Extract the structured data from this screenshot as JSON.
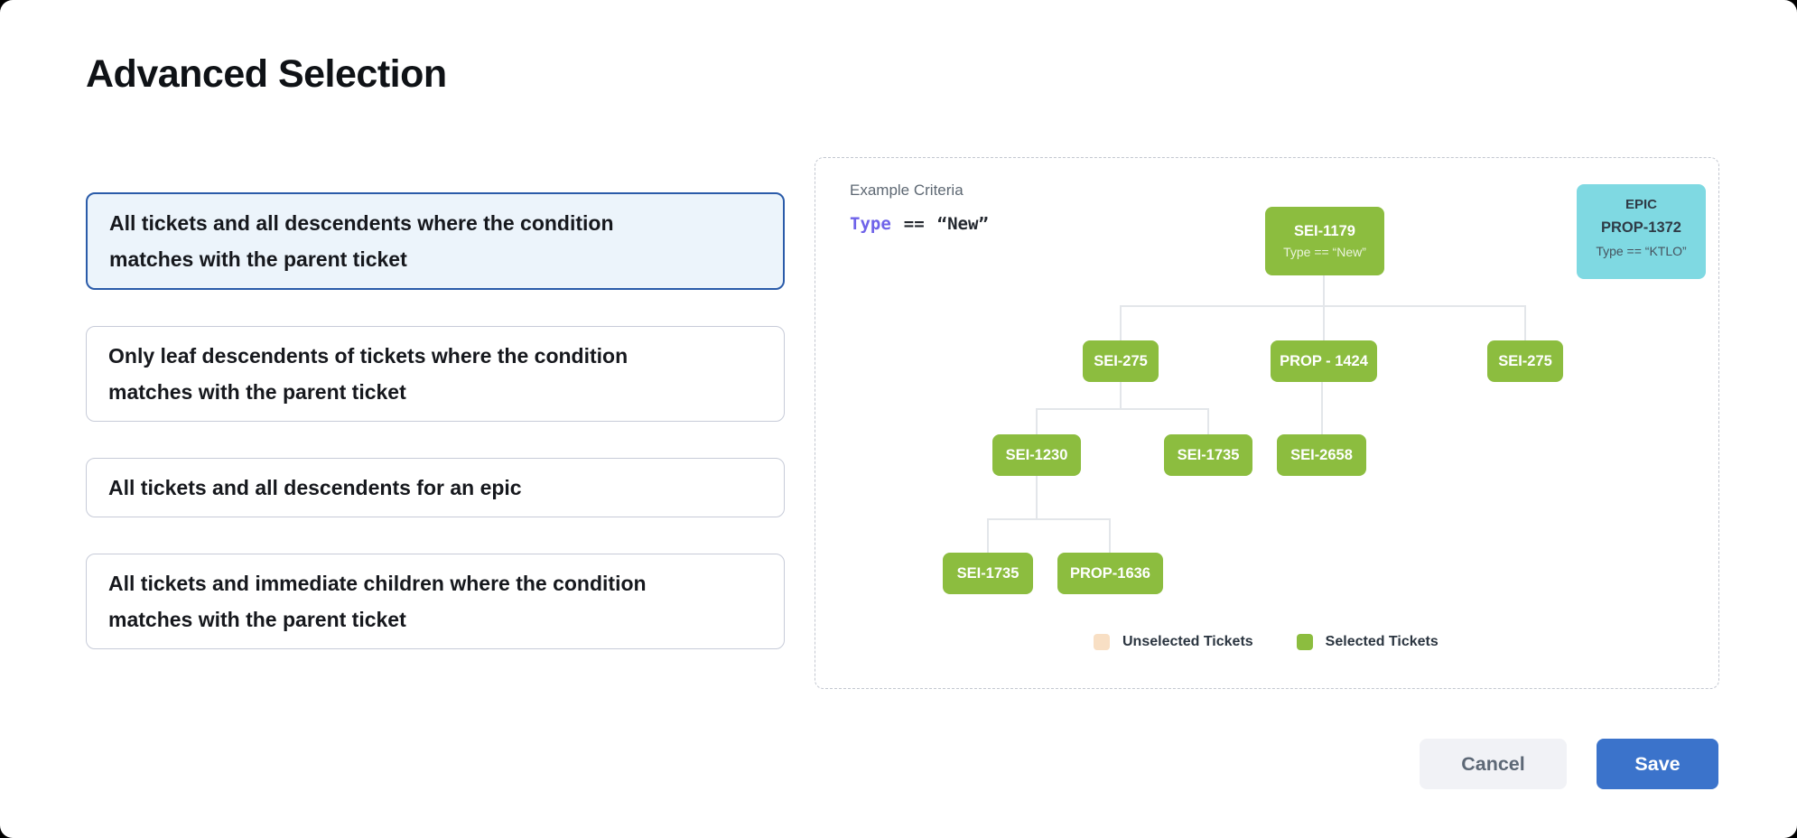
{
  "title": "Advanced Selection",
  "options": [
    {
      "label": "All tickets and all descendents where the condition\nmatches with the parent ticket",
      "selected": true
    },
    {
      "label": "Only leaf descendents of tickets where the condition\nmatches with the parent ticket",
      "selected": false
    },
    {
      "label": "All tickets and all descendents for an epic",
      "selected": false
    },
    {
      "label": "All tickets and immediate children where the condition\nmatches with the parent ticket",
      "selected": false
    }
  ],
  "example_panel": {
    "heading": "Example Criteria",
    "criteria": {
      "field": "Type",
      "operator": "==",
      "value": "“New”"
    },
    "epic_card": {
      "kind": "EPIC",
      "id": "PROP-1372",
      "condition": "Type == “KTLO”"
    },
    "tree": {
      "root": {
        "label": "SEI-1179",
        "condition": "Type == “New”"
      },
      "level2": [
        "SEI-275",
        "PROP - 1424",
        "SEI-275"
      ],
      "level3": [
        "SEI-1230",
        "SEI-1735",
        "SEI-2658"
      ],
      "level4": [
        "SEI-1735",
        "PROP-1636"
      ]
    },
    "legend": [
      {
        "label": "Unselected Tickets",
        "color": "#F8DFC4"
      },
      {
        "label": "Selected Tickets",
        "color": "#8CBD3F"
      }
    ]
  },
  "actions": {
    "cancel": "Cancel",
    "save": "Save"
  },
  "colors": {
    "selected_ticket": "#8CBD3F",
    "unselected_ticket": "#F8DFC4",
    "epic_card": "#7FD9E2",
    "selected_option_border": "#2A5BA9",
    "selected_option_bg": "#ECF4FB",
    "criteria_field": "#6F63E9",
    "save_button": "#3B73CB",
    "cancel_button_bg": "#F1F2F6",
    "connector": "#E3E6EA"
  }
}
